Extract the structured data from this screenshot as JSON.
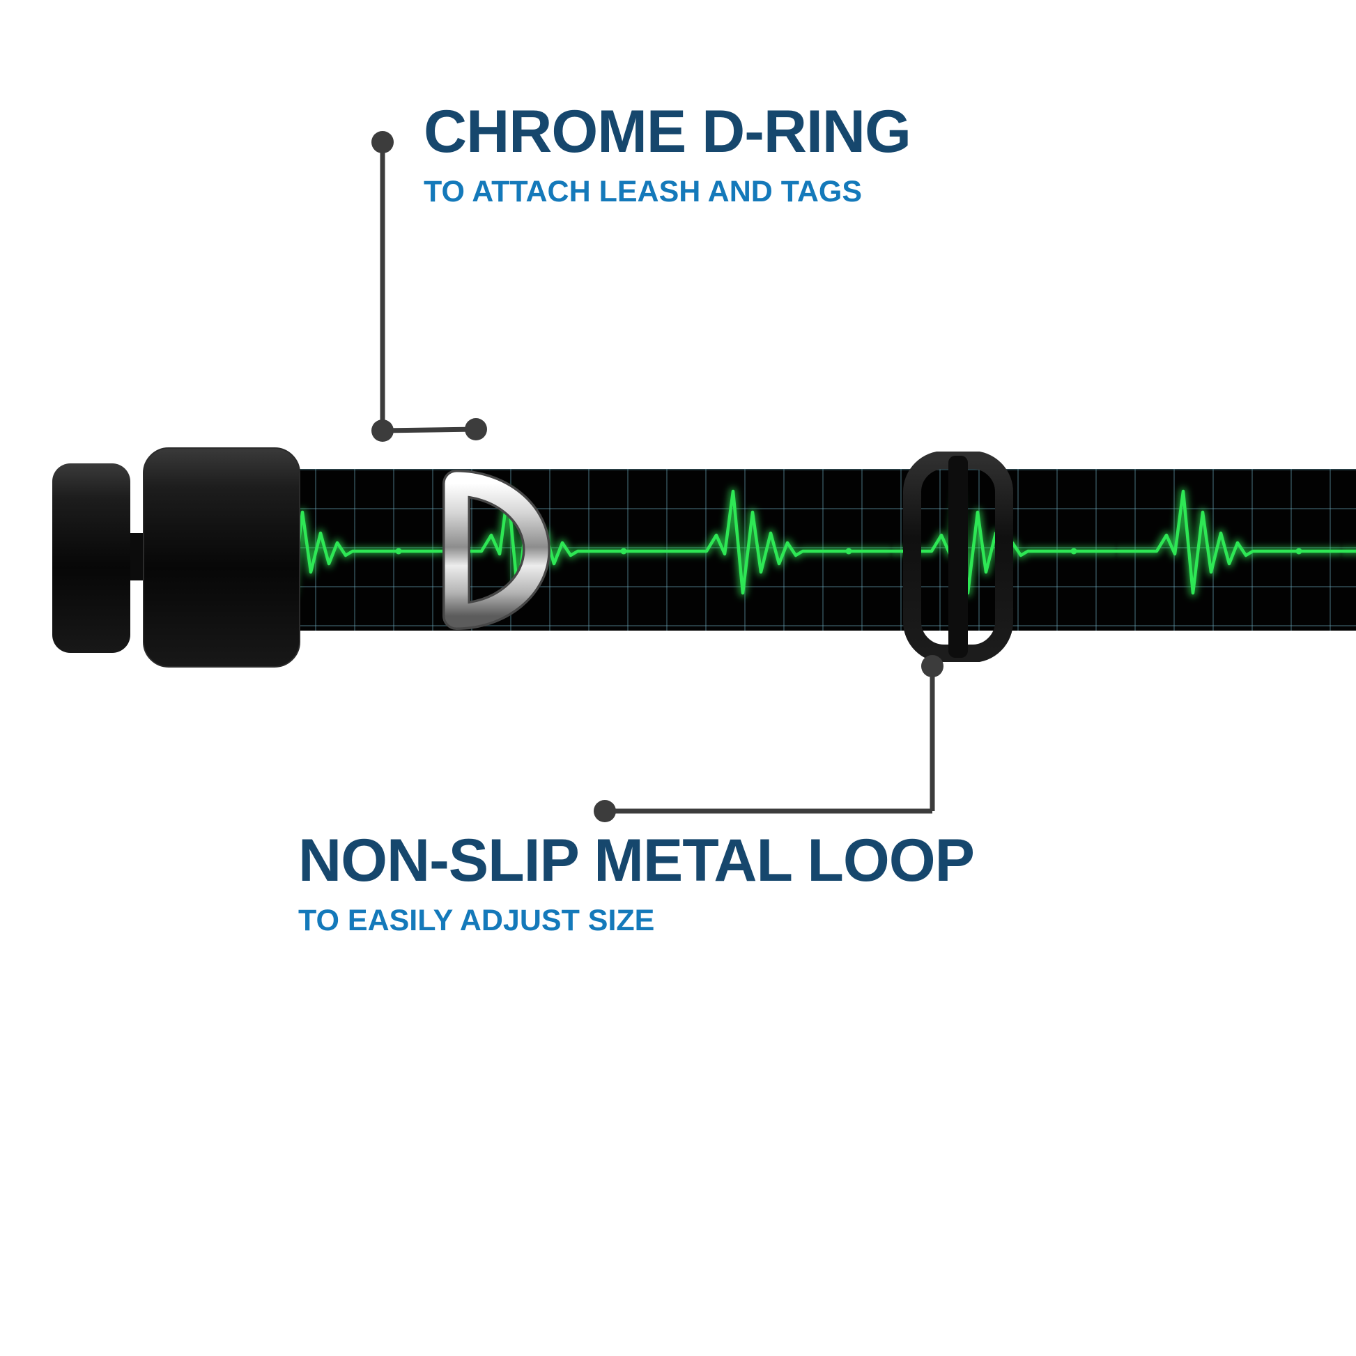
{
  "callouts": {
    "top": {
      "title": "CHROME D-RING",
      "subtitle": "TO ATTACH LEASH AND TAGS"
    },
    "bottom": {
      "title": "NON-SLIP METAL LOOP",
      "subtitle": "TO EASILY ADJUST SIZE"
    }
  },
  "colors": {
    "title": "#16476d",
    "subtitle": "#1479ba",
    "callout_line": "#3c3c3c",
    "ekg_green": "#2ee755",
    "grid_line": "#4d7c8a",
    "strap_black": "#020202",
    "hardware_black": "#111111"
  },
  "parts": {
    "strap": "ekg-heartbeat-pattern-collar-strap",
    "buckle": "side-release-buckle",
    "dring": "chrome-d-ring",
    "slider": "non-slip-metal-loop-slider"
  }
}
